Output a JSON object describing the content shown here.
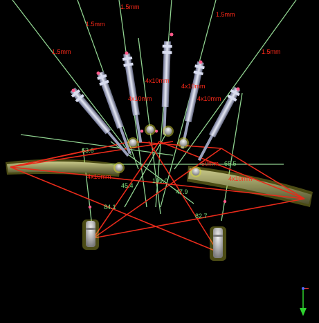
{
  "colors": {
    "background": "#000000",
    "guide_line": "#8fd18f",
    "measure_line": "#e82a1a",
    "label_red": "#ff2a1a",
    "label_green": "#7fe07f",
    "bar_fill": "#8a8a55",
    "bar_glow": "#d8d83a",
    "instrument": "#b8bfd8"
  },
  "labels": {
    "drill_1": "1.5mm",
    "drill_2": "1.5mm",
    "drill_3": "1.5mm",
    "drill_4": "1.5mm",
    "drill_5": "1.5mm",
    "screw_1": "4x10mm",
    "screw_2": "4x10mm",
    "screw_3": "4x10mm",
    "screw_4": "4x10mm",
    "screw_5": "4x10mm",
    "screw_6": "4x10mm",
    "screw_7": "50mm",
    "angle_1": "63.6",
    "angle_2": "65.5",
    "angle_3": "45.4",
    "angle_4": "109.0",
    "angle_5": "47.9",
    "angle_6": "84.1",
    "angle_7": "82.7"
  },
  "axis_gizmo": {
    "icon": "axis-orientation-icon"
  }
}
